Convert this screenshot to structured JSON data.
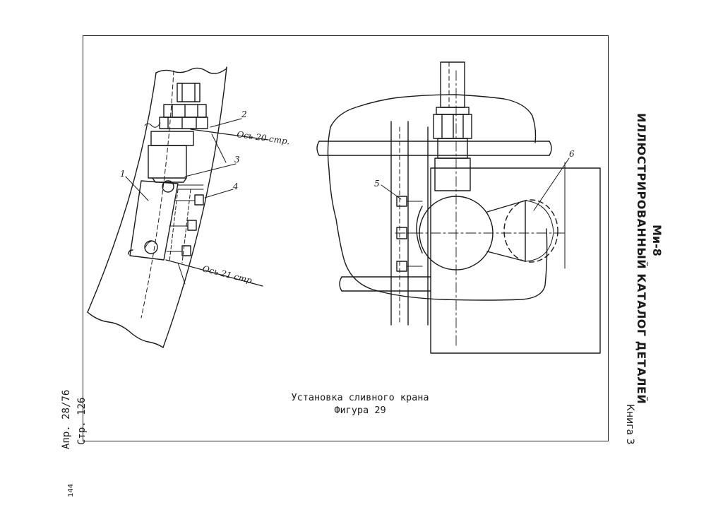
{
  "header": {
    "model": "Ми-8",
    "title": "ИЛЛЮСТРИРОВАННЫЙ КАТАЛОГ ДЕТАЛЕЙ",
    "book": "Книга 3"
  },
  "footer": {
    "page": "Стр. 126",
    "date": "Апр. 28/76",
    "sheet": "144"
  },
  "figure": {
    "caption": "Установка сливного крана",
    "number": "Фигура 29",
    "callouts": [
      "1",
      "2",
      "3",
      "4",
      "5",
      "6"
    ],
    "axis_labels": [
      "Ось 20 стр.",
      "Ось 21 стр."
    ]
  }
}
